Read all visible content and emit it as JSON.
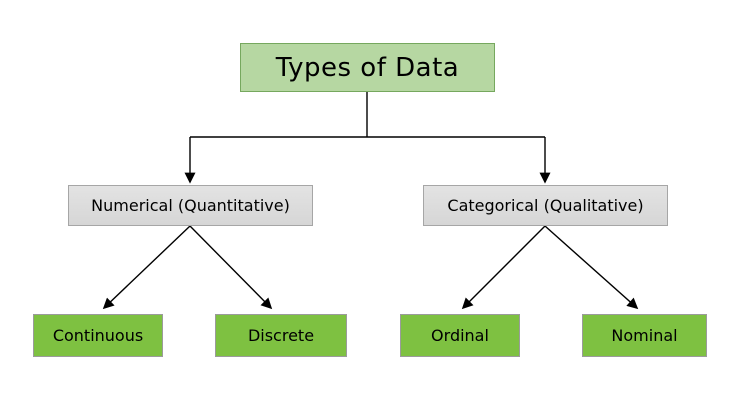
{
  "diagram": {
    "title_node": {
      "label": "Types of Data"
    },
    "branch_nodes": [
      {
        "label": "Numerical (Quantitative)"
      },
      {
        "label": "Categorical (Qualitative)"
      }
    ],
    "leaf_nodes": [
      {
        "label": "Continuous",
        "parent": "Numerical (Quantitative)"
      },
      {
        "label": "Discrete",
        "parent": "Numerical (Quantitative)"
      },
      {
        "label": "Ordinal",
        "parent": "Categorical (Qualitative)"
      },
      {
        "label": "Nominal",
        "parent": "Categorical (Qualitative)"
      }
    ],
    "colors": {
      "background": "#ffffff",
      "title_fill": "#b6d7a2",
      "title_border": "#76a85e",
      "branch_fill": "#d6d6d6",
      "branch_border": "#a6a6a6",
      "leaf_fill": "#7ec141",
      "leaf_border": "#9b9b9b",
      "text": "#000000",
      "arrow": "#000000"
    }
  }
}
